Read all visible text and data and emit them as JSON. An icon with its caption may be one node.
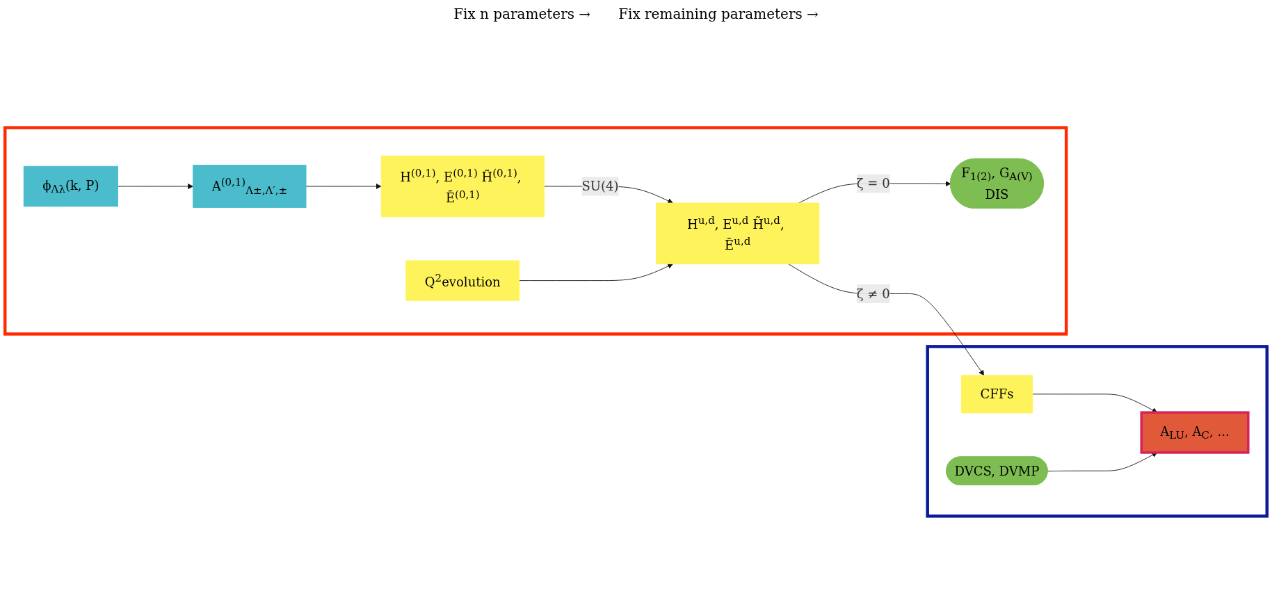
{
  "diagram": {
    "nodes": [
      {
        "text": [],
        "shape": "box"
      },
      {
        "text": [
          "ϕ$_{Λλ}$(k, P)"
        ],
        "in": 0
      },
      {
        "text": [
          "A$^{(0,1)}$$_{Λ±,Λ′,±}$"
        ],
        "in": 0
      },
      {
        "text": [
          "H$^{(0,1)}$, E$^{(0,1)}$ H̃$^{(0,1)}$, Ẽ$^{(0,1)}$"
        ],
        "in": 0
      },
      {
        "text": [
          "F$_{1(2)}$, G$_{A(V)}$",
          "DIS"
        ],
        "in": 0
      },
      {
        "text": [
          "H$^{u,d}$, E$^{u,d}$ H̃$^{u,d}$, Ẽ$^{u,d}$"
        ],
        "in": 0
      },
      {
        "text": [
          "Q$^{2}$evolution"
        ],
        "in": 0
      },
      {
        "text": [],
        "shape": "ellipse"
      },
      {
        "text": [
          "DVCS, DVMP"
        ],
        "in": 7
      },
      {
        "text": [
          "CFFs"
        ],
        "in": 7
      },
      {
        "text": [
          "A$_{LU}$, A$_{C}$, ..."
        ],
        "in": 7
      }
    ],
    "labels": [
      "Fix n parameters →",
      "Fix remaining parameters →"
    ],
    "edges": [
      {
        "from": 1,
        "to": 2,
        "arrow": "to"
      },
      {
        "from": 2,
        "to": 3,
        "arrow": "to"
      },
      {
        "from": 3,
        "to": 5,
        "arrow": "to",
        "label": "SU(4)"
      },
      {
        "from": 5,
        "to": 4,
        "arrow": "to",
        "label": "ζ = 0"
      },
      {
        "from": 6,
        "to": 5,
        "arrow": "to"
      },
      {
        "from": 5,
        "to": 9,
        "arrow": "to",
        "label": "ζ ≠ 0"
      },
      {
        "from": 9,
        "to": 10,
        "arrow": "to"
      },
      {
        "from": 8,
        "to": 10,
        "arrow": "to"
      }
    ]
  }
}
